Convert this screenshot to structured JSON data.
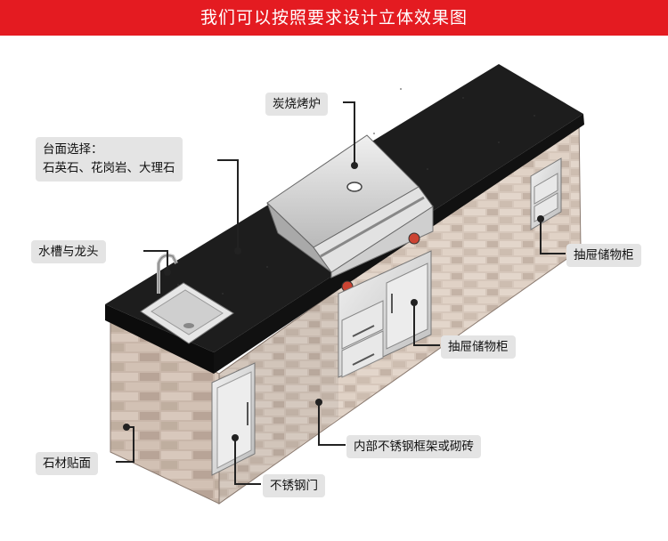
{
  "banner": {
    "title": "我们可以按照要求设计立体效果图"
  },
  "labels": {
    "grill": "炭烧烤炉",
    "countertop_title": "台面选择：",
    "countertop_options": "石英石、花岗岩、大理石",
    "sink": "水槽与龙头",
    "drawer_right": "抽屉储物柜",
    "drawer_center": "抽屉储物柜",
    "frame": "内部不锈钢框架或砌砖",
    "stone_veneer": "石材贴面",
    "steel_door": "不锈钢门"
  },
  "colors": {
    "banner": "#e41b21",
    "label_bg": "#e4e4e4",
    "granite": "#1a1a1a",
    "stone": "#c9b8ac",
    "steel": "#d8d8d8"
  }
}
